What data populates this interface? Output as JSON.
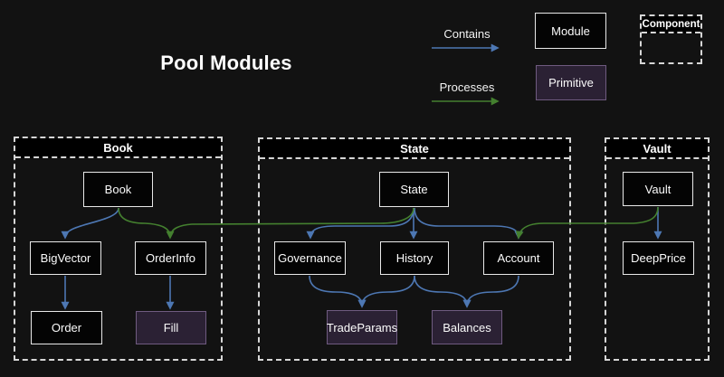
{
  "title": "Pool Modules",
  "legend": {
    "contains": "Contains",
    "processes": "Processes",
    "module": "Module",
    "primitive": "Primitive",
    "component": "Component"
  },
  "containers": {
    "book": "Book",
    "state": "State",
    "vault": "Vault"
  },
  "nodes": {
    "book": "Book",
    "bigvector": "BigVector",
    "orderinfo": "OrderInfo",
    "order": "Order",
    "fill": "Fill",
    "state": "State",
    "governance": "Governance",
    "history": "History",
    "account": "Account",
    "tradeparams": "TradeParams",
    "balances": "Balances",
    "vault": "Vault",
    "deepprice": "DeepPrice"
  },
  "node_types": {
    "fill": "primitive",
    "tradeparams": "primitive",
    "balances": "primitive"
  },
  "edges": [
    {
      "from": "Book",
      "to": "BigVector",
      "type": "contains"
    },
    {
      "from": "BigVector",
      "to": "Order",
      "type": "contains"
    },
    {
      "from": "OrderInfo",
      "to": "Fill",
      "type": "contains"
    },
    {
      "from": "Book",
      "to": "OrderInfo",
      "type": "processes"
    },
    {
      "from": "State",
      "to": "OrderInfo",
      "type": "processes"
    },
    {
      "from": "State",
      "to": "Governance",
      "type": "contains"
    },
    {
      "from": "State",
      "to": "History",
      "type": "contains"
    },
    {
      "from": "State",
      "to": "Account",
      "type": "contains"
    },
    {
      "from": "Governance",
      "to": "TradeParams",
      "type": "contains"
    },
    {
      "from": "History",
      "to": "TradeParams",
      "type": "contains"
    },
    {
      "from": "History",
      "to": "Balances",
      "type": "contains"
    },
    {
      "from": "Account",
      "to": "Balances",
      "type": "contains"
    },
    {
      "from": "Vault",
      "to": "DeepPrice",
      "type": "contains"
    },
    {
      "from": "Vault",
      "to": "Account",
      "type": "processes"
    }
  ],
  "colors": {
    "background": "#121212",
    "module_fill": "#040404",
    "module_border": "#e9e9e9",
    "primitive_fill": "#2b2134",
    "primitive_border": "#6f5b80",
    "contains": "#4d77b3",
    "processes": "#44802f",
    "container_border": "#d6d6d6",
    "text": "#ffffff"
  }
}
